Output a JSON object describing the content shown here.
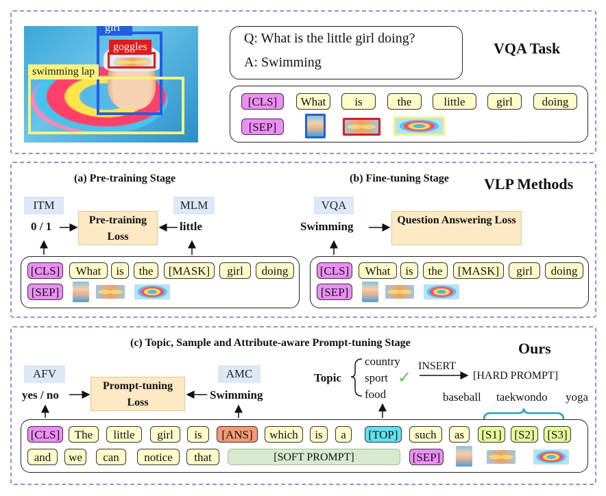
{
  "vqa": {
    "question": "Q: What is the little girl doing?",
    "answer": "A: Swimming",
    "title": "VQA Task",
    "labels": {
      "girl": "girl",
      "goggles": "goggles",
      "swimming_lap": "swimming lap"
    },
    "tokens": [
      "[CLS]",
      "What",
      "is",
      "the",
      "little",
      "girl",
      "doing"
    ],
    "sep": "[SEP]"
  },
  "vlp": {
    "title": "VLP Methods",
    "pretrain": {
      "heading": "(a) Pre-training Stage",
      "itm": "ITM",
      "mlm": "MLM",
      "itm_value": "0 / 1",
      "mlm_value": "little",
      "loss": "Pre-training Loss",
      "tokens": [
        "[CLS]",
        "What",
        "is",
        "the",
        "[MASK]",
        "girl",
        "doing"
      ],
      "sep": "[SEP]"
    },
    "finetune": {
      "heading": "(b) Fine-tuning Stage",
      "vqa": "VQA",
      "value": "Swimming",
      "loss": "Question Answering Loss",
      "tokens": [
        "[CLS]",
        "What",
        "is",
        "the",
        "[MASK]",
        "girl",
        "doing"
      ],
      "sep": "[SEP]"
    }
  },
  "ours": {
    "heading": "(c) Topic, Sample and Attribute-aware Prompt-tuning Stage",
    "title": "Ours",
    "afv": "AFV",
    "amc": "AMC",
    "afv_value": "yes / no",
    "amc_value": "Swimming",
    "loss": "Prompt-tuning Loss",
    "topic_label": "Topic",
    "topics": [
      "country",
      "sport",
      "food"
    ],
    "check": "✓",
    "insert": "INSERT",
    "hard_prompt": "[HARD PROMPT]",
    "samples": [
      "baseball",
      "taekwondo",
      "yoga"
    ],
    "row1": [
      "[CLS]",
      "The",
      "little",
      "girl",
      "is",
      "[ANS]",
      "which",
      "is",
      "a",
      "[TOP]",
      "such",
      "as",
      "[S1]",
      "[S2]",
      "[S3]"
    ],
    "row2": [
      "and",
      "we",
      "can",
      "notice",
      "that"
    ],
    "soft_prompt": "[SOFT PROMPT]",
    "sep": "[SEP]"
  },
  "colors": {
    "dashed_border": "#8f8ff0",
    "token_fill": "#fefcc9",
    "special_token": "#ec8ef4",
    "topic_token": "#5fe3ee",
    "answer_token": "#f59a72",
    "sample_token": "#e7fa9c",
    "loss_fill": "#fde9c4",
    "task_label_fill": "#dde8f6",
    "check": "#5cc84a",
    "brace": "#1ba3c9"
  }
}
